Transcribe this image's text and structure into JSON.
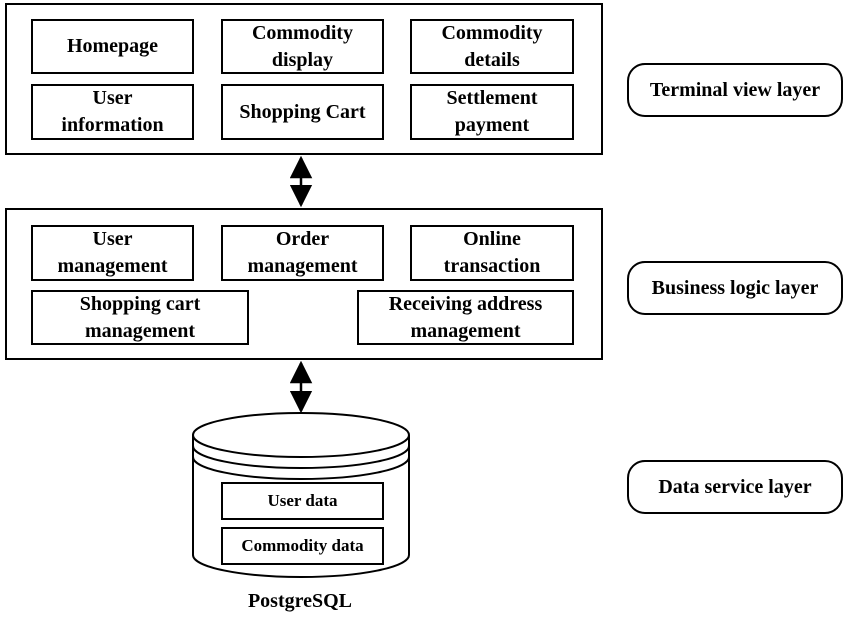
{
  "terminal_view": {
    "modules": [
      "Homepage",
      "Commodity display",
      "Commodity details",
      "User information",
      "Shopping Cart",
      "Settlement payment"
    ],
    "homepage": [
      "Homepage"
    ],
    "commodity_display": [
      "Commodity",
      "display"
    ],
    "commodity_details": [
      "Commodity",
      "details"
    ],
    "user_information": [
      "User",
      "information"
    ],
    "shopping_cart": [
      "Shopping Cart"
    ],
    "settlement_payment": [
      "Settlement",
      "payment"
    ],
    "label": "Terminal view layer"
  },
  "business_logic": {
    "user_management": [
      "User",
      "management"
    ],
    "order_management": [
      "Order",
      "management"
    ],
    "online_transaction": [
      "Online",
      "transaction"
    ],
    "shopping_cart_management": [
      "Shopping cart",
      "management"
    ],
    "receiving_address_management": [
      "Receiving address",
      "management"
    ],
    "label": "Business logic layer"
  },
  "data_service": {
    "user_data": "User data",
    "commodity_data": "Commodity data",
    "database": "PostgreSQL",
    "label": "Data service layer"
  },
  "colors": {
    "stroke": "#000000",
    "background": "#ffffff"
  }
}
